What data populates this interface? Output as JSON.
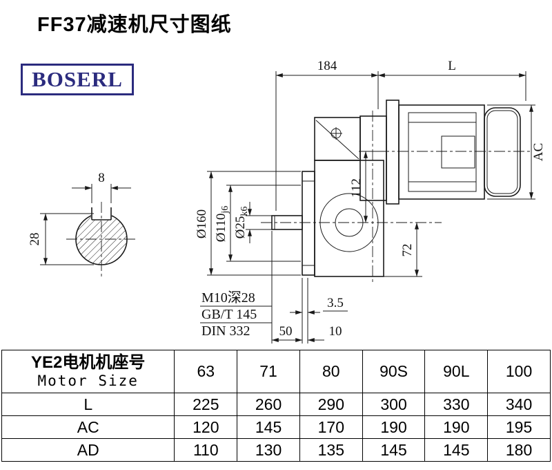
{
  "page": {
    "title": "FF37减速机尺寸图纸",
    "brand": {
      "text": "BOSERL",
      "color": "#2b2b7e"
    }
  },
  "drawing": {
    "dims": {
      "width_184": "184",
      "length_L": "L",
      "motor_AC": "AC",
      "height_112": "112",
      "height_72": "72",
      "flange_dia": "Ø160",
      "spigot_dia": "Ø110",
      "spigot_tol": "j6",
      "shaft_dia": "Ø25",
      "shaft_tol": "k6",
      "key_width_8": "8",
      "section_dia_28": "28",
      "gap_3_5": "3.5",
      "shaft_len_50": "50",
      "offset_10": "10"
    },
    "notes": {
      "tap": "M10深28",
      "std1": "GB/T 145",
      "std2": "DIN 332"
    }
  },
  "table": {
    "header_cn": "YE2电机机座号",
    "header_en": "Motor Size",
    "sizes": [
      "63",
      "71",
      "80",
      "90S",
      "90L",
      "100"
    ],
    "rows": [
      {
        "label": "L",
        "values": [
          "225",
          "260",
          "290",
          "300",
          "330",
          "340"
        ]
      },
      {
        "label": "AC",
        "values": [
          "120",
          "145",
          "170",
          "190",
          "190",
          "195"
        ]
      },
      {
        "label": "AD",
        "values": [
          "110",
          "130",
          "135",
          "145",
          "145",
          "180"
        ]
      }
    ]
  }
}
